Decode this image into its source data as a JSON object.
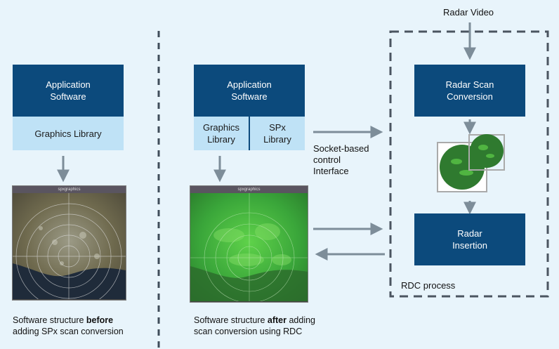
{
  "labels": {
    "radar_video": "Radar Video",
    "socket": "Socket-based\ncontrol\nInterface",
    "rdc_process": "RDC process"
  },
  "boxes": {
    "left_app": "Application\nSoftware",
    "left_graphics": "Graphics Library",
    "mid_app": "Application\nSoftware",
    "mid_graphics": "Graphics\nLibrary",
    "mid_spx": "SPx\nLibrary",
    "scan_conversion": "Radar Scan\nConversion",
    "insertion": "Radar\nInsertion"
  },
  "windows": {
    "left_title": "spxgraphics",
    "mid_title": "spxgraphics"
  },
  "captions": {
    "before": {
      "pre": "Software structure ",
      "bold": "before",
      "post": "adding SPx scan conversion"
    },
    "after": {
      "pre": "Software structure ",
      "bold": "after",
      "mid": " adding",
      "post": "scan conversion using RDC"
    }
  },
  "colors": {
    "dark_box": "#0c4a7c",
    "light_box": "#bfe2f6",
    "arrow": "#7d8d99",
    "background": "#e8f4fb",
    "dashed_line": "#3f4d5a"
  }
}
